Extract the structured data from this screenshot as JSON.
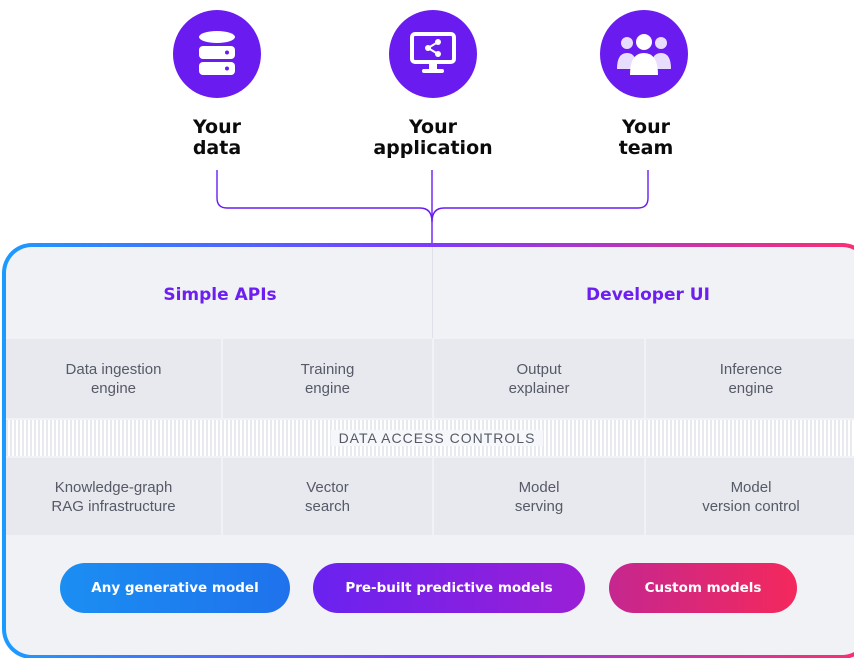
{
  "top_nodes": [
    {
      "line1": "Your",
      "line2": "data",
      "icon": "database-icon"
    },
    {
      "line1": "Your",
      "line2": "application",
      "icon": "monitor-share-icon"
    },
    {
      "line1": "Your",
      "line2": "team",
      "icon": "team-icon"
    }
  ],
  "platform": {
    "headers": [
      "Simple APIs",
      "Developer UI"
    ],
    "row1": [
      {
        "line1": "Data ingestion",
        "line2": "engine"
      },
      {
        "line1": "Training",
        "line2": "engine"
      },
      {
        "line1": "Output",
        "line2": "explainer"
      },
      {
        "line1": "Inference",
        "line2": "engine"
      }
    ],
    "access_controls": "DATA ACCESS CONTROLS",
    "row2": [
      {
        "line1": "Knowledge-graph",
        "line2": "RAG infrastructure"
      },
      {
        "line1": "Vector",
        "line2": "search"
      },
      {
        "line1": "Model",
        "line2": "serving"
      },
      {
        "line1": "Model",
        "line2": "version control"
      }
    ],
    "models": [
      "Any generative model",
      "Pre-built predictive models",
      "Custom models"
    ]
  },
  "colors": {
    "purple": "#6a1cf0",
    "header_purple": "#6d1ff0",
    "gradient_blue": "#1a9bff",
    "gradient_violet": "#7a3cff",
    "gradient_pink": "#ff2e6e"
  }
}
